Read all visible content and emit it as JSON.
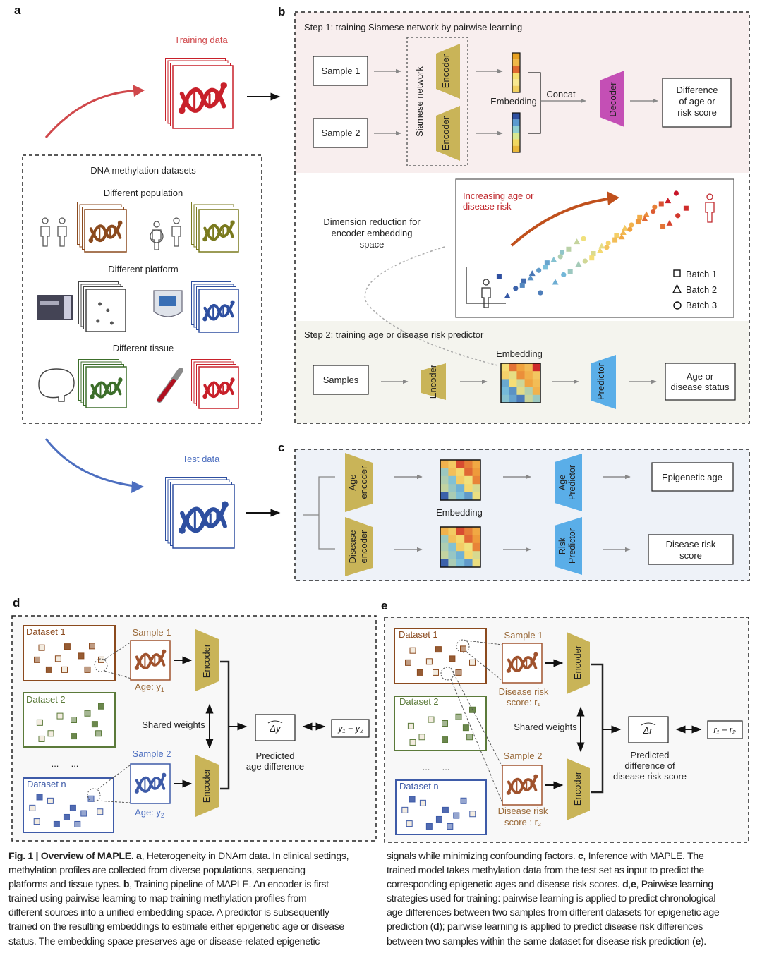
{
  "panel_labels": {
    "a": "a",
    "b": "b",
    "c": "c",
    "d": "d",
    "e": "e"
  },
  "colors": {
    "encoder": "#c9b458",
    "predictor": "#5aaee8",
    "decoder": "#c44fb5",
    "training": "#d0484b",
    "test": "#4d6fc0",
    "dataset1": "#8b4a1e",
    "dataset2": "#5b7a3a",
    "dataset_n": "#3e5ba8"
  },
  "panel_a": {
    "training_data": "Training data",
    "test_data": "Test data",
    "datasets_title": "DNA methylation datasets",
    "population": "Different population",
    "platform": "Different platform",
    "tissue": "Different tissue"
  },
  "panel_b": {
    "step1": "Step 1: training Siamese network by pairwise learning",
    "sample1": "Sample 1",
    "sample2": "Sample 2",
    "siamese": "Siamese network",
    "encoder": "Encoder",
    "embedding": "Embedding",
    "concat": "Concat",
    "decoder": "Decoder",
    "difference": [
      "Difference",
      "of age or",
      "risk score"
    ],
    "dim_reduction": [
      "Dimension reduction for",
      "encoder embedding",
      "space"
    ],
    "increasing": [
      "Increasing age or",
      "disease risk"
    ],
    "legend": [
      {
        "label": "Batch 1",
        "marker": "square"
      },
      {
        "label": "Batch 2",
        "marker": "triangle"
      },
      {
        "label": "Batch 3",
        "marker": "circle"
      }
    ],
    "step2": "Step 2: training age or disease risk predictor",
    "samples": "Samples",
    "predictor": "Predictor",
    "age_status": [
      "Age or",
      "disease status"
    ]
  },
  "panel_c": {
    "age_encoder": [
      "Age",
      "encoder"
    ],
    "disease_encoder": [
      "Disease",
      "encoder"
    ],
    "embedding": "Embedding",
    "age_predictor": [
      "Age",
      "Predictor"
    ],
    "risk_predictor": [
      "Risk",
      "Predictor"
    ],
    "epigenetic_age": "Epigenetic age",
    "disease_risk_score": [
      "Disease risk",
      "score"
    ]
  },
  "panel_d": {
    "datasets": [
      "Dataset 1",
      "Dataset 2",
      "Dataset n"
    ],
    "ellipsis": "...",
    "sample1": "Sample 1",
    "label1": "Age: y",
    "sample2": "Sample 2",
    "label2": "Age: y",
    "encoder": "Encoder",
    "shared_weights": "Shared weights",
    "delta": "Δy",
    "predicted": [
      "Predicted",
      "age difference"
    ],
    "target": "y₁ − y₂"
  },
  "panel_e": {
    "datasets": [
      "Dataset 1",
      "Dataset 2",
      "Dataset n"
    ],
    "ellipsis": "...",
    "sample1": "Sample 1",
    "label1": [
      "Disease risk",
      "score: r₁"
    ],
    "sample2": "Sample 2",
    "label2": [
      "Disease risk",
      "score : r₂"
    ],
    "encoder": "Encoder",
    "shared_weights": "Shared weights",
    "delta": "Δr",
    "predicted": [
      "Predicted",
      "difference of",
      "disease risk score"
    ],
    "target": "r₁ − r₂"
  },
  "caption": {
    "left": [
      [
        {
          "t": "Fig. 1 | Overview of MAPLE. a",
          "b": true
        },
        {
          "t": ", Heterogeneity in DNAm data. In clinical settings,"
        }
      ],
      [
        {
          "t": "methylation profiles are collected from diverse populations, sequencing"
        }
      ],
      [
        {
          "t": "platforms and tissue types. "
        },
        {
          "t": "b",
          "b": true
        },
        {
          "t": ", Training pipeline of MAPLE. An encoder is first"
        }
      ],
      [
        {
          "t": "trained using pairwise learning to map training methylation profiles from"
        }
      ],
      [
        {
          "t": "different sources into a unified embedding space. A predictor is subsequently"
        }
      ],
      [
        {
          "t": "trained on the resulting embeddings to estimate either epigenetic age or disease"
        }
      ],
      [
        {
          "t": "status. The embedding space preserves age or disease-related epigenetic"
        }
      ]
    ],
    "right": [
      [
        {
          "t": "signals while minimizing confounding factors. "
        },
        {
          "t": "c",
          "b": true
        },
        {
          "t": ", Inference with MAPLE. The"
        }
      ],
      [
        {
          "t": "trained model takes methylation data from the test set as input to predict the"
        }
      ],
      [
        {
          "t": "corresponding epigenetic ages and disease risk scores. "
        },
        {
          "t": "d",
          "b": true
        },
        {
          "t": ","
        },
        {
          "t": "e",
          "b": true
        },
        {
          "t": ", Pairwise learning"
        }
      ],
      [
        {
          "t": "strategies used for training: pairwise learning is applied to predict chronological"
        }
      ],
      [
        {
          "t": "age differences between two samples from different datasets for epigenetic age"
        }
      ],
      [
        {
          "t": "prediction ("
        },
        {
          "t": "d",
          "b": true
        },
        {
          "t": "); pairwise learning is applied to predict disease risk differences"
        }
      ],
      [
        {
          "t": "between two samples within the same dataset for disease risk prediction ("
        },
        {
          "t": "e",
          "b": true
        },
        {
          "t": ")."
        }
      ]
    ]
  }
}
